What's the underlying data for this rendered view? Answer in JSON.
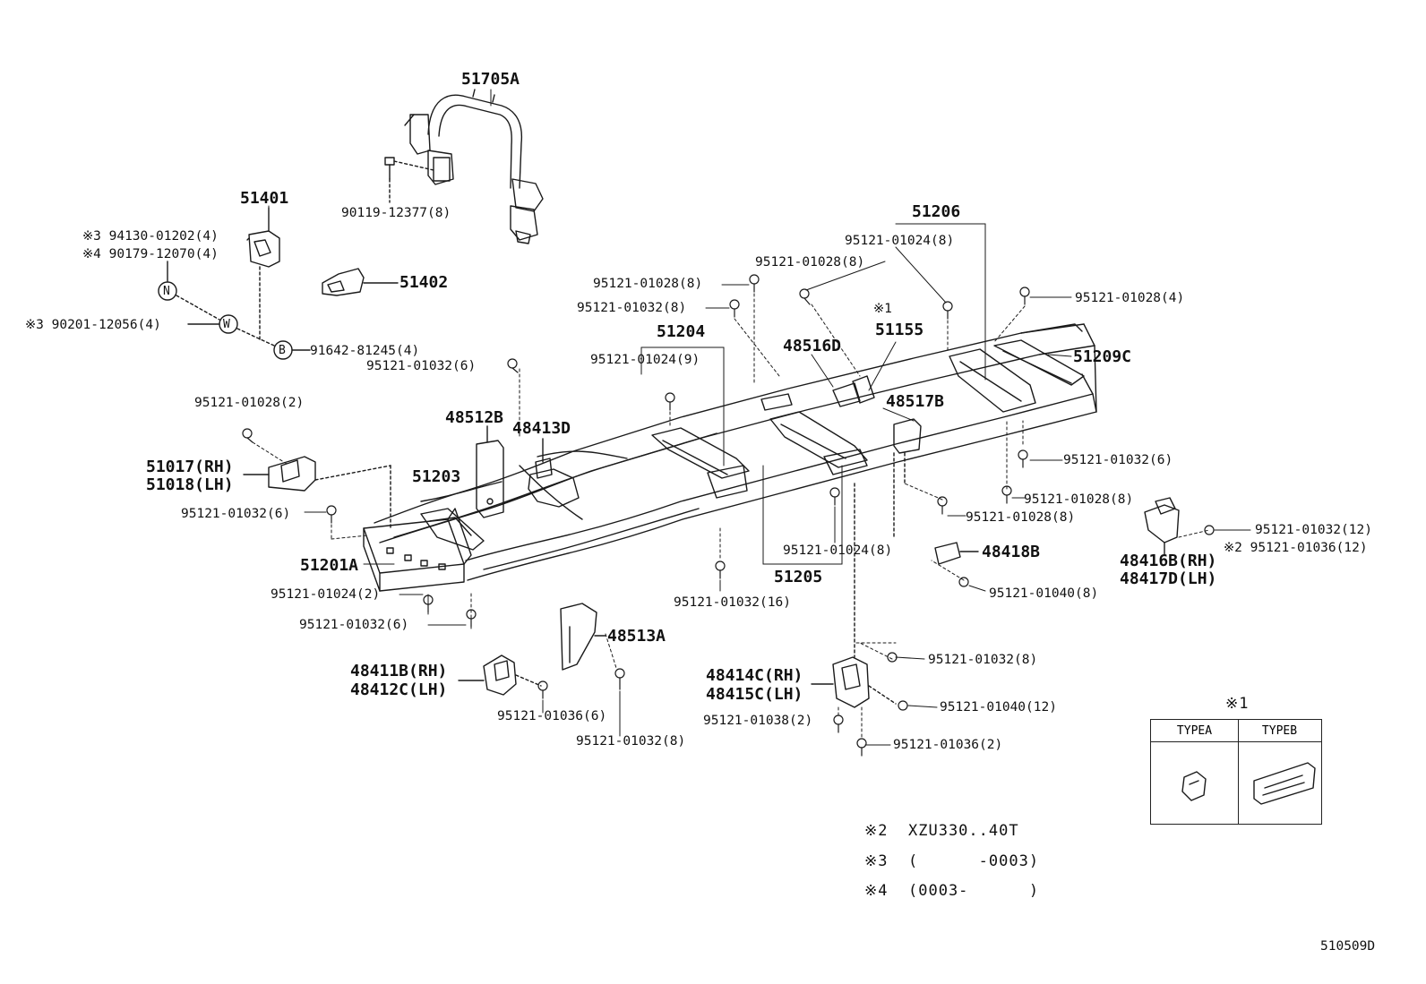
{
  "diagram_id": "510509D",
  "labels": {
    "p51705A": "51705A",
    "p90119": "90119-12377(8)",
    "p51401": "51401",
    "r941": "※3 94130-01202(4)",
    "r901": "※4 90179-12070(4)",
    "circN": "N",
    "r902": "※3 90201-12056(4)",
    "circW": "W",
    "circB": "B",
    "p91642": "91642-81245(4)",
    "p51402": "51402",
    "p95121_01028_2": "95121-01028(2)",
    "p51017": "51017(RH)",
    "p51018": "51018(LH)",
    "p95121_01032_6a": "95121-01032(6)",
    "p95121_01032_6b": "95121-01032(6)",
    "p51203": "51203",
    "p48512B": "48512B",
    "p48413D": "48413D",
    "p51201A": "51201A",
    "p95121_01024_2": "95121-01024(2)",
    "p95121_01032_6c": "95121-01032(6)",
    "p48513A": "48513A",
    "p48411B": "48411B(RH)",
    "p48412C": "48412C(LH)",
    "p95121_01036_6": "95121-01036(6)",
    "p95121_01032_8a": "95121-01032(8)",
    "p51204": "51204",
    "p95121_01024_9": "95121-01024(9)",
    "p95121_01028_8a": "95121-01028(8)",
    "p95121_01032_8b": "95121-01032(8)",
    "p95121_01028_8b": "95121-01028(8)",
    "p48516D": "48516D",
    "ref1": "※1",
    "p51155": "51155",
    "p51206": "51206",
    "p95121_01024_8a": "95121-01024(8)",
    "p95121_01028_4": "95121-01028(4)",
    "p51209C": "51209C",
    "p48517B": "48517B",
    "p95121_01032_6d": "95121-01032(6)",
    "p95121_01028_8c": "95121-01028(8)",
    "p95121_01028_8d": "95121-01028(8)",
    "p95121_01024_8b": "95121-01024(8)",
    "p51205": "51205",
    "p95121_01032_16": "95121-01032(16)",
    "p48418B": "48418B",
    "p95121_01040_8": "95121-01040(8)",
    "p95121_01032_12": "95121-01032(12)",
    "p95121_01036_12": "※2 95121-01036(12)",
    "p48416B": "48416B(RH)",
    "p48417D": "48417D(LH)",
    "p48414C": "48414C(RH)",
    "p48415C": "48415C(LH)",
    "p95121_01032_8c": "95121-01032(8)",
    "p95121_01040_12": "95121-01040(12)",
    "p95121_01038_2": "95121-01038(2)",
    "p95121_01036_2": "95121-01036(2)"
  },
  "type_table": {
    "ref": "※1",
    "col_a": "TYPEA",
    "col_b": "TYPEB"
  },
  "notes": [
    {
      "mark": "※2",
      "text": "XZU330..40T"
    },
    {
      "mark": "※3",
      "text": "(      -0003)"
    },
    {
      "mark": "※4",
      "text": "(0003-      )"
    }
  ]
}
